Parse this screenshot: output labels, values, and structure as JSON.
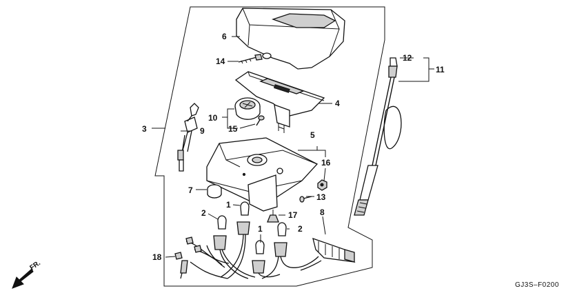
{
  "callouts": {
    "c1a": "1",
    "c1b": "1",
    "c2a": "2",
    "c2b": "2",
    "c3": "3",
    "c4": "4",
    "c5": "5",
    "c6": "6",
    "c7": "7",
    "c8": "8",
    "c9": "9",
    "c10": "10",
    "c11": "11",
    "c12": "12",
    "c13": "13",
    "c14": "14",
    "c15": "15",
    "c16": "16",
    "c17": "17",
    "c18": "18"
  },
  "direction_label": "FR.",
  "diagram_code": "GJ3S–F0200",
  "icons": {
    "direction_arrow": "arrow-down-left-icon"
  }
}
